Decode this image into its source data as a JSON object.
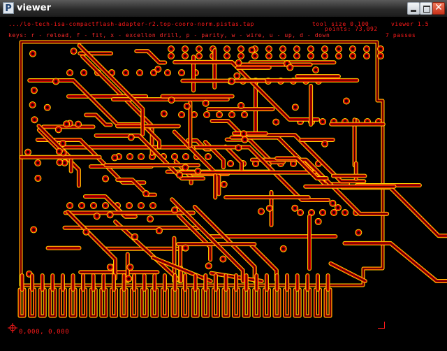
{
  "window": {
    "title": "viewer",
    "app_icon": "P"
  },
  "hud": {
    "file_path": ".../lo-tech-ISA-CompactFlash-adapter-r2.top-cooro-norm.pistas.tap",
    "keys_help": "keys: r - reload, f - fit, x - excellon drill, p - parity, w - wire, u - up, d - down",
    "tool_size": "tool size 0.100",
    "version": "Viewer 1.5",
    "position": "POINTS: 73,092",
    "passes": "7 passes",
    "coords": "0,000, 0,000"
  },
  "colors": {
    "trace_outer": "#ffd400",
    "trace_inner": "#d40000",
    "trace_core": "#1a0000",
    "hud": "#ff1a1a"
  }
}
